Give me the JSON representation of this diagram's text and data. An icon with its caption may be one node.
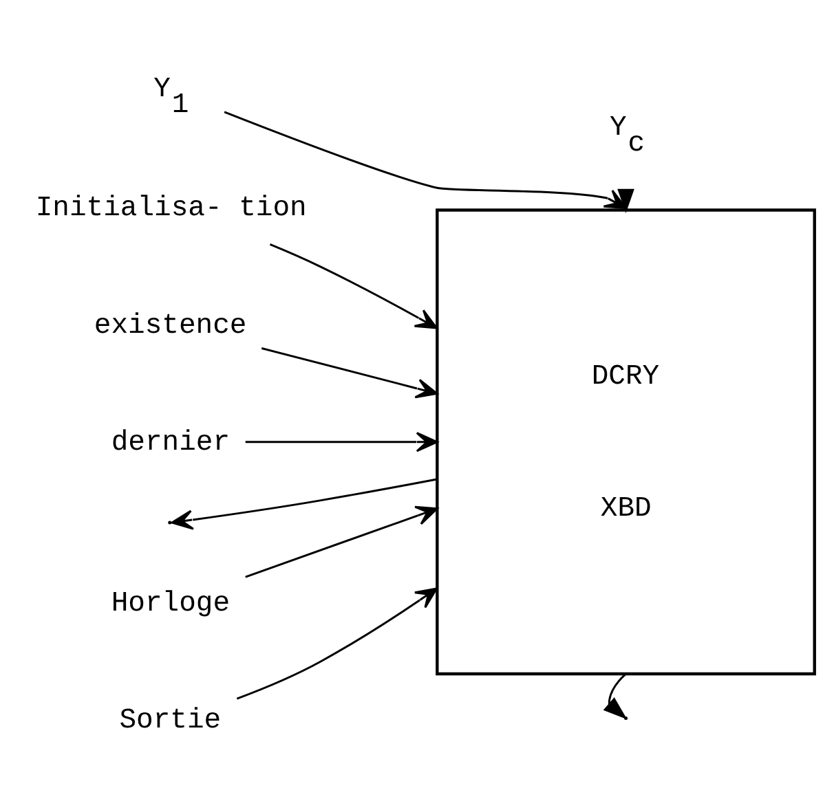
{
  "diagram": {
    "nodes": [
      {
        "text": [
          "Y$_{1}$"
        ]
      },
      {
        "text": [
          "Y$_{c}$"
        ]
      },
      {
        "text": [
          "Initialisa- tion"
        ]
      },
      {
        "text": [
          "existence"
        ]
      },
      {
        "text": [
          "dernier"
        ]
      },
      {
        "text": [
          "DCRY",
          "XBD"
        ]
      },
      {
        "text": [
          "Horloge"
        ]
      },
      {
        "text": [
          "Sortie"
        ]
      }
    ],
    "edges": [
      {
        "from": 0,
        "to": 5,
        "arrow": "to"
      },
      {
        "from": 1,
        "to": 5,
        "arrow": "to"
      },
      {
        "from": 2,
        "to": 5,
        "arrow": "to"
      },
      {
        "from": 3,
        "to": 5,
        "arrow": "to"
      },
      {
        "from": 4,
        "to": 5,
        "arrow": "to"
      },
      {
        "from": 5,
        "to": null,
        "arrow": "to"
      },
      {
        "from": 6,
        "to": 5,
        "arrow": "to"
      },
      {
        "from": 7,
        "to": 5,
        "arrow": "to"
      },
      {
        "from": 5,
        "to": null,
        "arrow": "to"
      }
    ]
  }
}
